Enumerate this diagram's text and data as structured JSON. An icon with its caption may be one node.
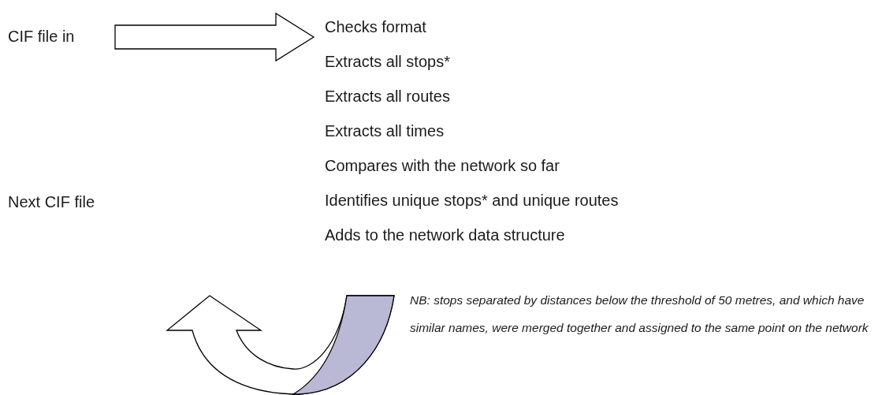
{
  "diagram": {
    "nodes": [
      {
        "text": [
          "CIF file in"
        ]
      },
      {
        "text": [
          "Checks format",
          "Extracts all stops*",
          "Extracts all routes",
          "Extracts all times",
          "Compares with the network so far",
          "Identifies unique stops* and unique routes",
          "Adds to the network data structure"
        ]
      },
      {
        "text": [
          "Next CIF file"
        ]
      }
    ],
    "edges": [
      {
        "from": 0,
        "to": 1,
        "arrow": "to"
      },
      {
        "from": 1,
        "to": 2,
        "arrow": "to"
      }
    ],
    "labels": [
      "NB: stops separated by distances below the threshold of 50 metres, and which have similar names, were merged together and assigned to the same point on the network"
    ]
  }
}
